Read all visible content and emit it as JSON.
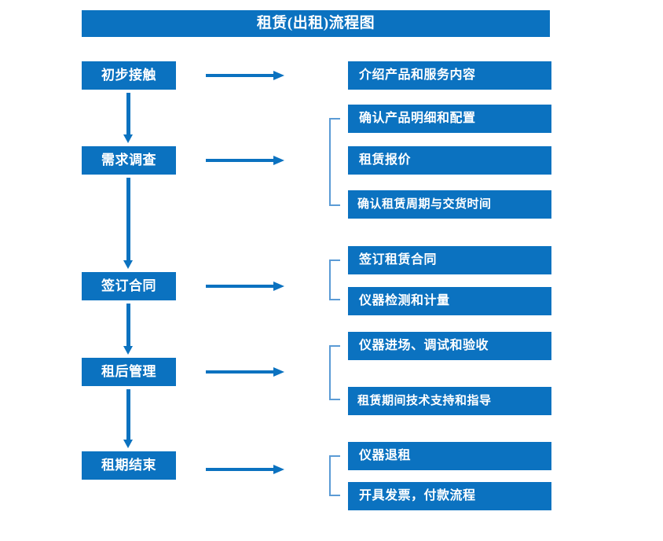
{
  "title": "租赁(出租)流程图",
  "colors": {
    "box_blue": "#0b72c0",
    "bracket_blue": "#5b9bd5",
    "text_white": "#ffffff",
    "background": "#ffffff"
  },
  "stages": [
    {
      "label": "初步接触"
    },
    {
      "label": "需求调查"
    },
    {
      "label": "签订合同"
    },
    {
      "label": "租后管理"
    },
    {
      "label": "租期结束"
    }
  ],
  "details": [
    {
      "label": "介绍产品和服务内容"
    },
    {
      "label": "确认产品明细和配置"
    },
    {
      "label": "租赁报价"
    },
    {
      "label": "确认租赁周期与交货时间"
    },
    {
      "label": "签订租赁合同"
    },
    {
      "label": "仪器检测和计量"
    },
    {
      "label": "仪器进场、调试和验收"
    },
    {
      "label": "租赁期间技术支持和指导"
    },
    {
      "label": "仪器退租"
    },
    {
      "label": "开具发票，付款流程"
    }
  ],
  "connectors": {
    "horizontal_arrow_count": 5,
    "vertical_arrow_count": 4,
    "bracket_count": 4
  }
}
